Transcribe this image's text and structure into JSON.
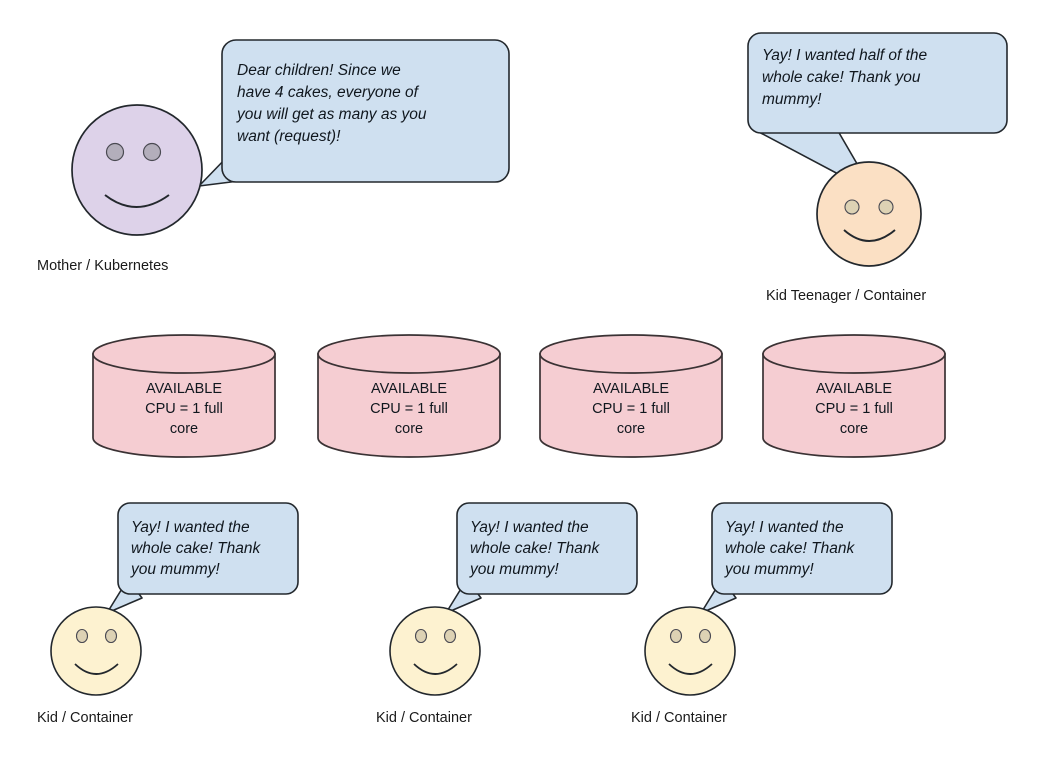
{
  "diagram": {
    "title": "Kubernetes resource requests cake analogy",
    "background_color": "#ffffff",
    "colors": {
      "bubble_fill": "#cfe0f0",
      "bubble_stroke": "#23282d",
      "mother_face_fill": "#ddd2e9",
      "mother_eye_fill": "#b3aebb",
      "teen_face_fill": "#fbe0c4",
      "kid_face_fill": "#fdf2d0",
      "kid_eye_fill": "#ddd2b4",
      "cylinder_fill": "#f5cdd2",
      "cylinder_stroke": "#3a3234",
      "text_color": "#10171e"
    }
  },
  "actors": {
    "mother": {
      "label": "Mother / Kubernetes",
      "face_name": "mother-face",
      "speech": "Dear children! Since we\nhave 4 cakes, everyone of\nyou will get as many as you\nwant (request)!"
    },
    "teenager": {
      "label": "Kid Teenager / Container",
      "face_name": "teenager-face",
      "speech": "Yay! I wanted half of the\nwhole cake! Thank you\nmummy!"
    },
    "kids": [
      {
        "label": "Kid / Container",
        "speech": "Yay! I wanted the\nwhole cake! Thank\nyou mummy!"
      },
      {
        "label": "Kid / Container",
        "speech": "Yay! I wanted the\nwhole cake! Thank\nyou mummy!"
      },
      {
        "label": "Kid / Container",
        "speech": "Yay! I wanted the\nwhole cake! Thank\nyou mummy!"
      }
    ]
  },
  "resources": {
    "count": 4,
    "cylinders": [
      {
        "text": "AVAILABLE\nCPU = 1 full\ncore"
      },
      {
        "text": "AVAILABLE\nCPU = 1 full\ncore"
      },
      {
        "text": "AVAILABLE\nCPU = 1 full\ncore"
      },
      {
        "text": "AVAILABLE\nCPU = 1 full\ncore"
      }
    ]
  }
}
